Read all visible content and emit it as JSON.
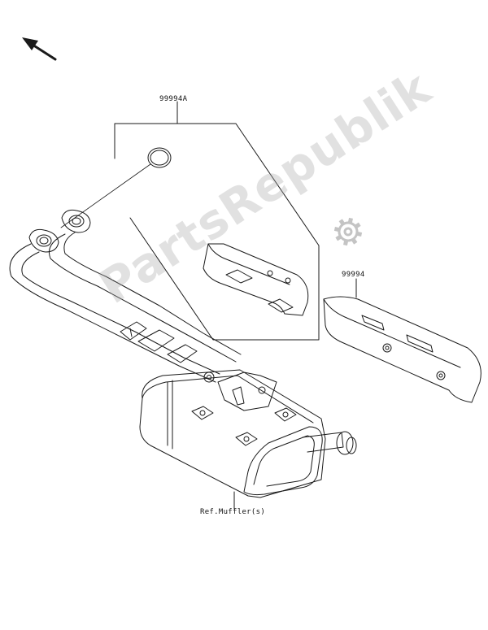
{
  "callouts": {
    "part_a": "99994A",
    "part_b": "99994",
    "ref": "Ref.Muffler(s)"
  },
  "watermark": {
    "text": "PartsRepublik",
    "icon": "gear-icon"
  },
  "colors": {
    "stroke": "#1a1a1a",
    "watermark": "#b4b4b4",
    "background": "#ffffff"
  }
}
